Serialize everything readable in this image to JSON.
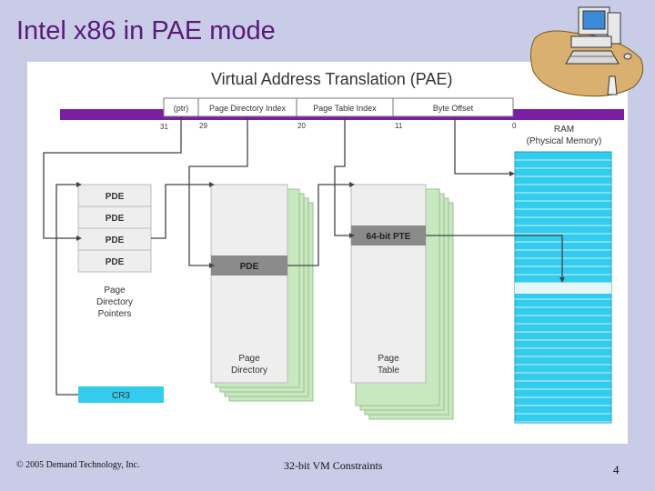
{
  "slide": {
    "title": "Intel x86 in PAE mode",
    "footer_left": "© 2005 Demand Technology, Inc.",
    "footer_middle": "32-bit VM Constraints",
    "page_number": "4"
  },
  "diagram": {
    "title": "Virtual Address Translation (PAE)",
    "address_fields": [
      "(ptr)",
      "Page Directory Index",
      "Page Table Index",
      "Byte Offset"
    ],
    "bit_labels": [
      "31",
      "29",
      "20",
      "11",
      "0"
    ],
    "ram_label_1": "RAM",
    "ram_label_2": "(Physical Memory)",
    "pdpt_entries": [
      "PDE",
      "PDE",
      "PDE",
      "PDE"
    ],
    "pdpt_caption": [
      "Page",
      "Directory",
      "Pointers"
    ],
    "page_directory_entry": "PDE",
    "page_directory_caption": [
      "Page",
      "Directory"
    ],
    "page_table_entry": "64-bit PTE",
    "page_table_caption": [
      "Page",
      "Table"
    ],
    "cr3_label": "CR3",
    "icons": [
      "computer-desk-icon"
    ],
    "colors": {
      "accent_purple": "#6a1f8a",
      "band": "#7b1fa2",
      "ram": "#33ccee",
      "cr3": "#33ccee",
      "highlight_gray": "#8a8a8a",
      "page_green": "#c8e8c0"
    }
  }
}
